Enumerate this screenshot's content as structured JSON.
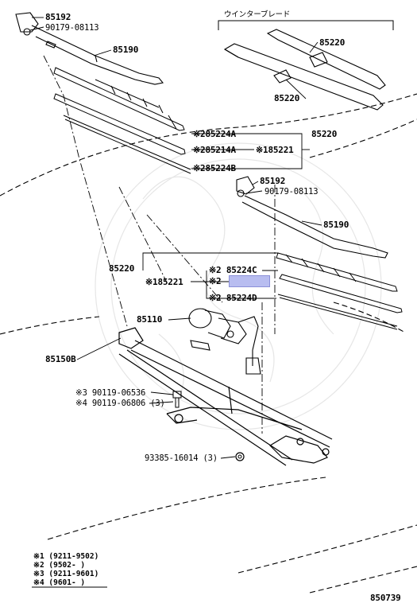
{
  "labels": {
    "p85192_top": "85192",
    "p90179_top": "90179-08113",
    "p85190_top": "85190",
    "winter_blade": "ウインターブレード",
    "p85220_winter_a": "85220",
    "p85220_winter_b": "85220",
    "p85224A": "※285224A",
    "p85214A": "※285214A",
    "p185221_top": "※185221",
    "p85224B": "※285224B",
    "p85220_right": "85220",
    "p85192_mid": "85192",
    "p90179_mid": "90179-08113",
    "p85190_mid": "85190",
    "p85220_left": "85220",
    "p85224C": "※2 85224C",
    "p185221_mid": "※185221",
    "p2_hidden": "※2",
    "p85224D": "※2 85224D",
    "p85110": "85110",
    "p85150B": "85150B",
    "p90119_06536": "※3 90119-06536",
    "p90119_06806": "※4 90119-06806 (3)",
    "p93385": "93385-16014 (3)",
    "diagram_code": "850739"
  },
  "notes": [
    "※1 (9211-9502)",
    "※2 (9502-     )",
    "※3 (9211-9601)",
    "※4 (9601-     )"
  ],
  "colors": {
    "ink": "#000000",
    "highlight": "#b8bdf0"
  }
}
